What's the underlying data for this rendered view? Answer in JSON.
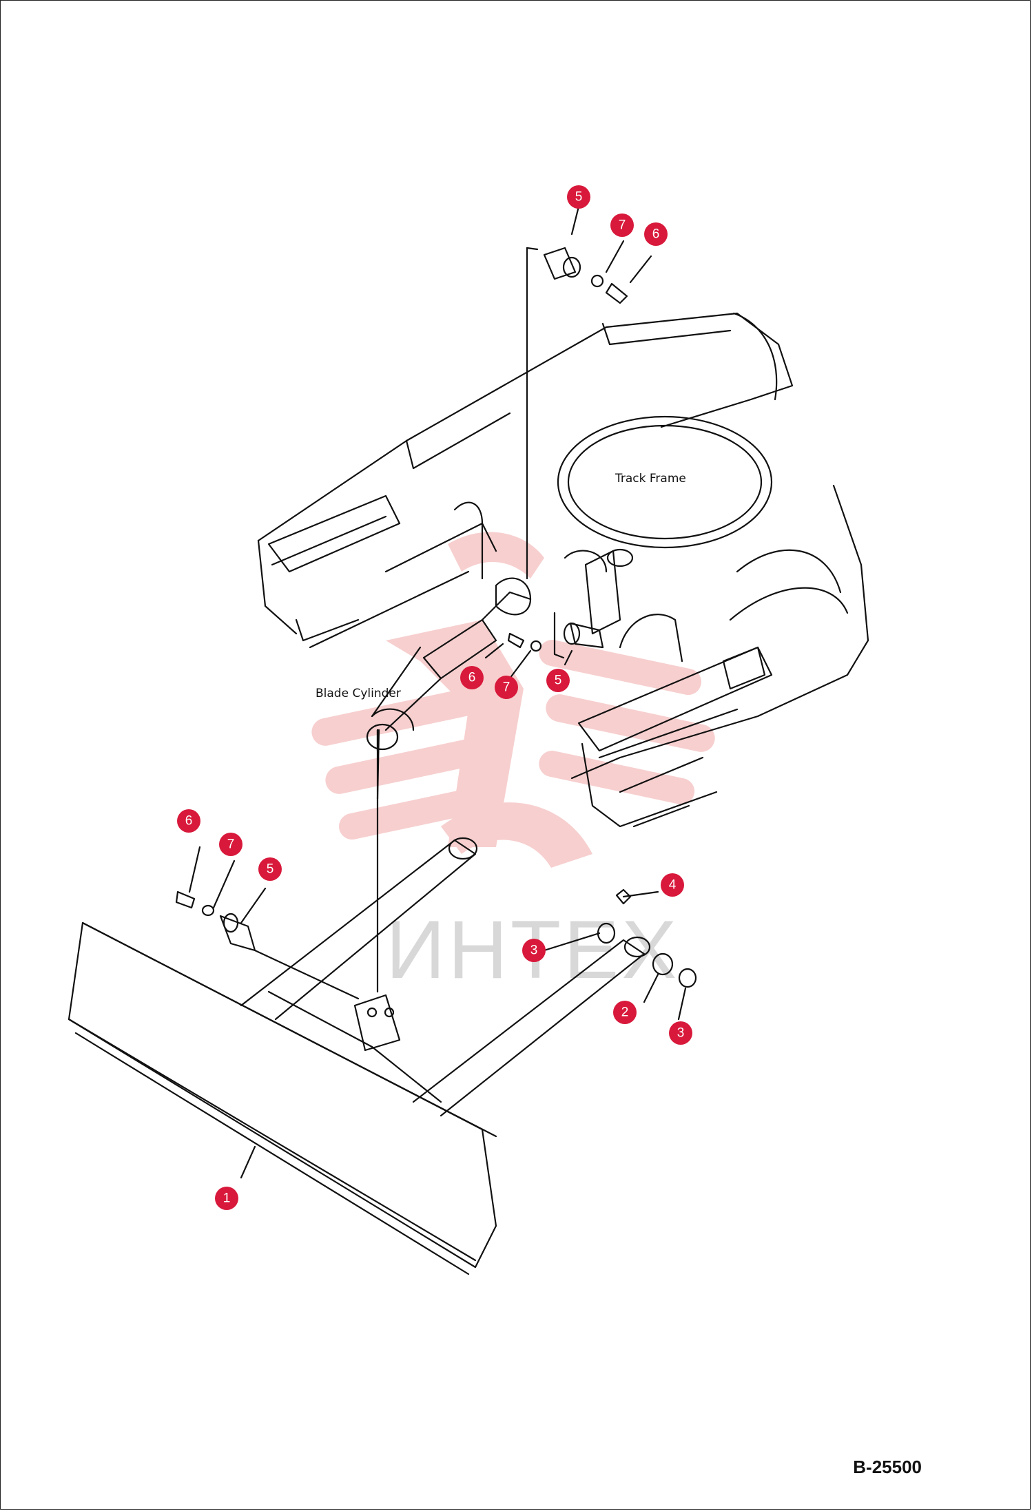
{
  "labels": {
    "track_frame": "Track Frame",
    "blade_cylinder": "Blade Cylinder",
    "watermark": "ИНТЕХ"
  },
  "callouts": [
    {
      "num": "5"
    },
    {
      "num": "7"
    },
    {
      "num": "6"
    },
    {
      "num": "6"
    },
    {
      "num": "7"
    },
    {
      "num": "5"
    },
    {
      "num": "6"
    },
    {
      "num": "7"
    },
    {
      "num": "5"
    },
    {
      "num": "4"
    },
    {
      "num": "3"
    },
    {
      "num": "2"
    },
    {
      "num": "3"
    },
    {
      "num": "1"
    }
  ],
  "drawing_code": "B-25500",
  "colors": {
    "callout": "#d8193b",
    "watermark": "#f3b6b6"
  }
}
